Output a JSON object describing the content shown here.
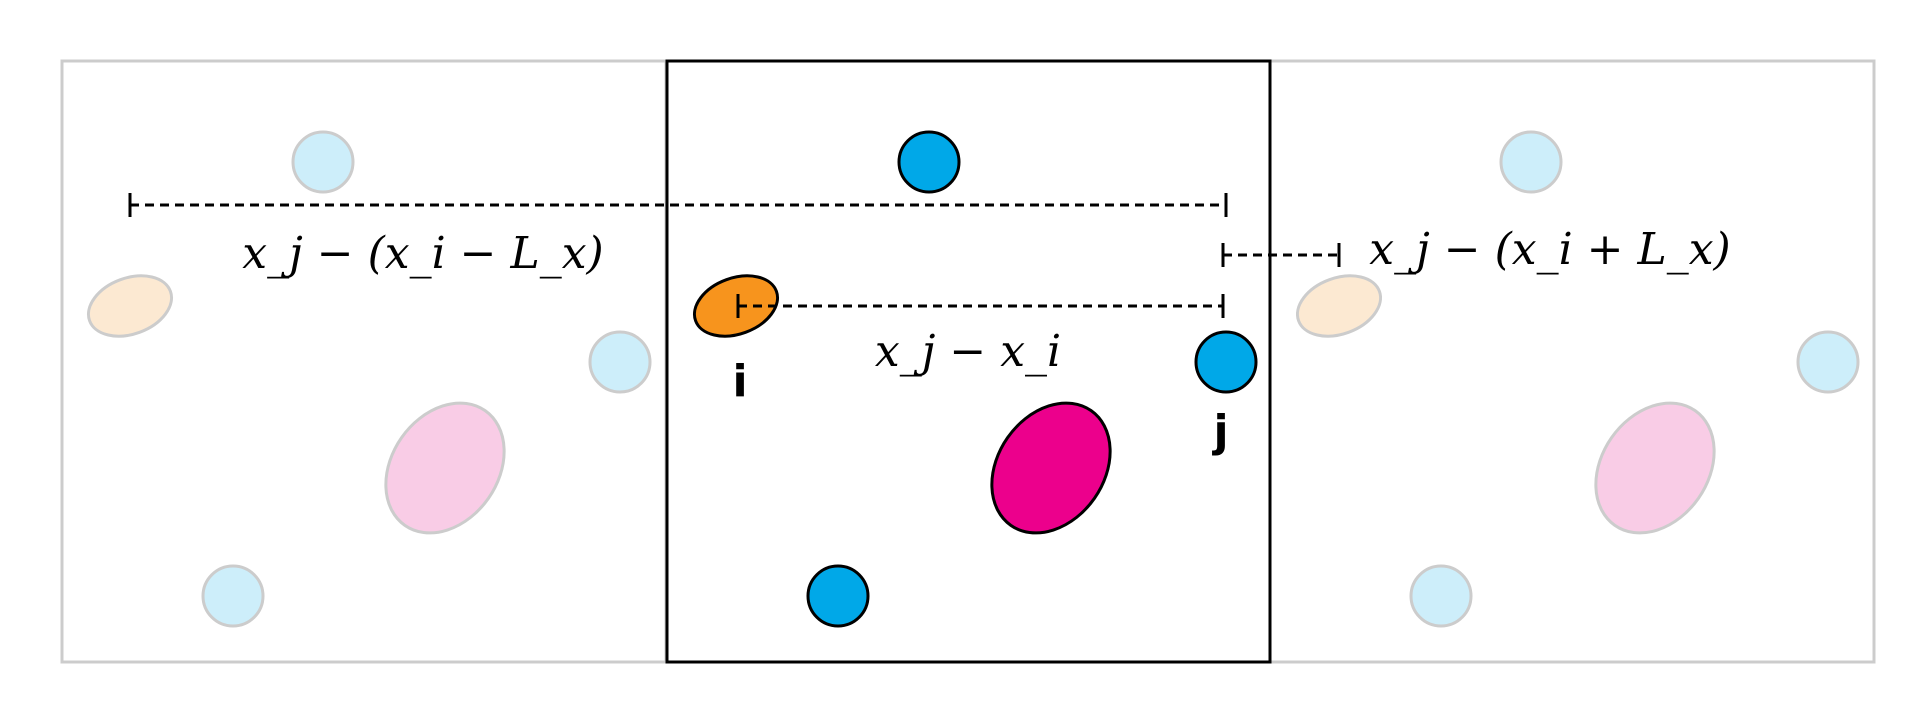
{
  "colors": {
    "background": "#ffffff",
    "ghost_border": "#cccccc",
    "central_border": "#000000",
    "blue_particle": "#00a8e8",
    "orange_particle": "#f7941d",
    "magenta_particle": "#ec008c",
    "ghost_blue": "#cdeefa",
    "ghost_orange": "#fce9d2",
    "ghost_pink": "#f9cce6",
    "dash_line": "#000000"
  },
  "panels": [
    {
      "name": "left-periodic-image",
      "style": "ghost"
    },
    {
      "name": "central-simulation-box",
      "style": "solid"
    },
    {
      "name": "right-periodic-image",
      "style": "ghost"
    }
  ],
  "labels": {
    "particle_i": "i",
    "particle_j": "j",
    "distance_direct": "x_j − x_i",
    "distance_left_image": "x_j − (x_i − L_x)",
    "distance_right_image": "x_j − (x_i + L_x)"
  }
}
